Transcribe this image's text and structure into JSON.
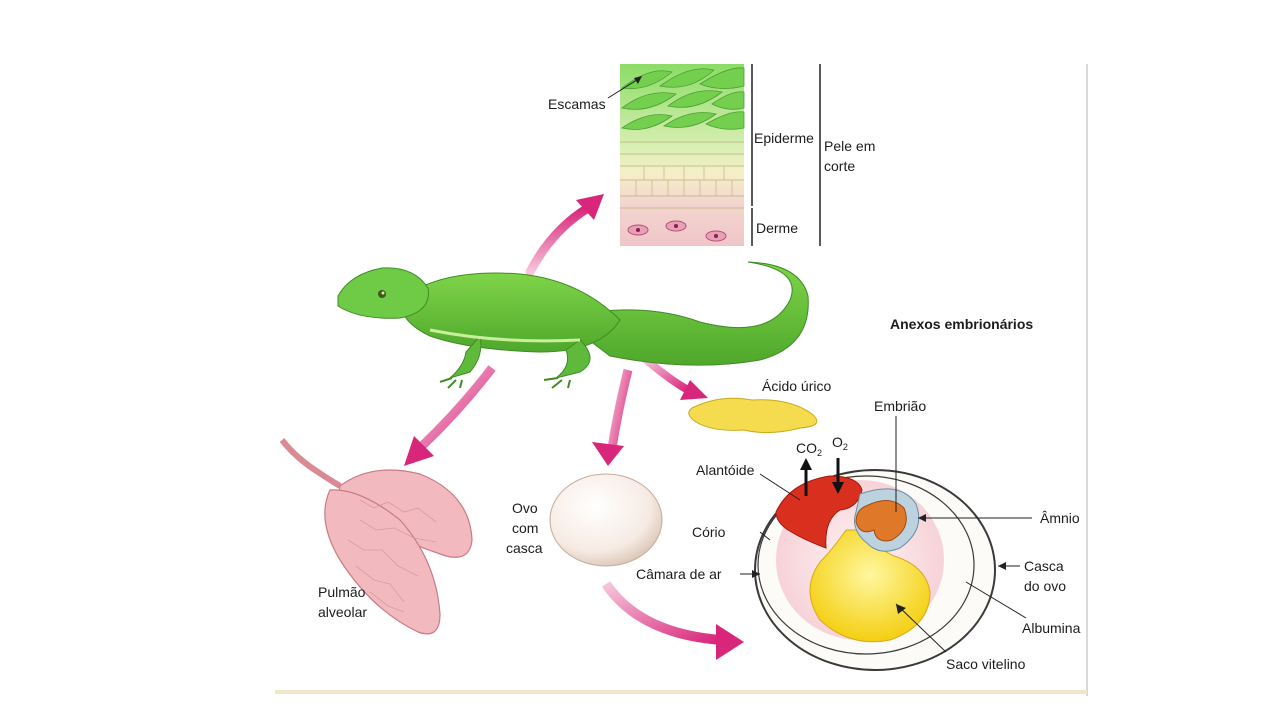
{
  "diagram": {
    "title": "Anexos embrionários",
    "labels": {
      "escamas": "Escamas",
      "epiderme": "Epiderme",
      "pele_line1": "Pele em",
      "pele_line2": "corte",
      "derme": "Derme",
      "acido_urico": "Ácido úrico",
      "embriao": "Embrião",
      "co2": "CO",
      "co2_sub": "2",
      "o2": "O",
      "o2_sub": "2",
      "alantoide": "Alantóide",
      "amnio": "Âmnio",
      "corio": "Cório",
      "camara": "Câmara de ar",
      "casca_line1": "Casca",
      "casca_line2": "do ovo",
      "albumina": "Albumina",
      "saco": "Saco vitelino",
      "ovo_line1": "Ovo",
      "ovo_line2": "com",
      "ovo_line3": "casca",
      "pulmao_line1": "Pulmão",
      "pulmao_line2": "alveolar"
    },
    "colors": {
      "lizard": "#63c23a",
      "arrow": "#d8267a",
      "lung": "#f2b9bf",
      "yolk": "#fbe32a",
      "allantois": "#d92f1f",
      "embryo": "#e0782a"
    }
  }
}
